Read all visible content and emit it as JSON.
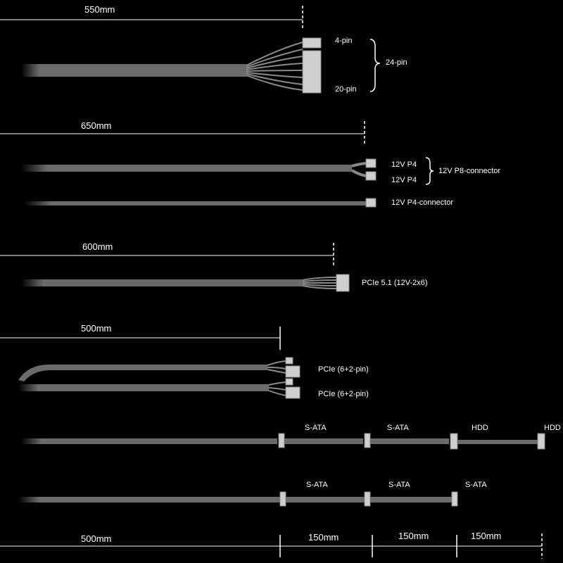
{
  "cable_24pin": {
    "length_label": "550mm",
    "connector_4pin": "4-pin",
    "connector_20pin": "20-pin",
    "connector_total": "24-pin"
  },
  "cable_cpu": {
    "length_label": "650mm",
    "p4_top": "12V P4",
    "p4_bottom": "12V P4",
    "p8_group": "12V P8-connector",
    "p4_single": "12V P4-connector"
  },
  "cable_pcie51": {
    "length_label": "600mm",
    "connector": "PCIe 5.1 (12V-2x6)"
  },
  "cable_pcie": {
    "length_label": "500mm",
    "connector_1": "PCIe (6+2-pin)",
    "connector_2": "PCIe (6+2-pin)"
  },
  "cable_sata_hdd": {
    "c1": "S-ATA",
    "c2": "S-ATA",
    "c3": "HDD",
    "c4": "HDD"
  },
  "cable_sata": {
    "c1": "S-ATA",
    "c2": "S-ATA",
    "c3": "S-ATA"
  },
  "bottom_scale": {
    "seg1": "500mm",
    "seg2": "150mm",
    "seg3": "150mm",
    "seg4": "150mm"
  },
  "colors": {
    "background": "#000000",
    "cable": "#6b6b6b",
    "connector": "#cfcfcf",
    "measure_line": "#ffffff"
  }
}
